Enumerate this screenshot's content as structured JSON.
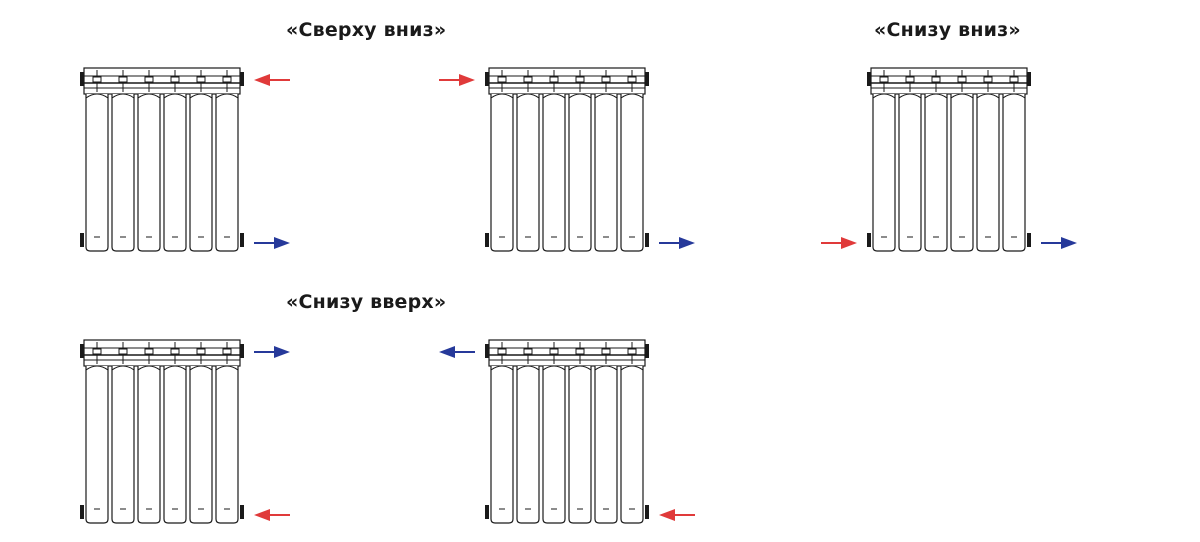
{
  "colors": {
    "supply": "#e03a3a",
    "return": "#26399a",
    "outline": "#1a1a1a",
    "background": "#ffffff"
  },
  "groups": [
    {
      "id": "top-down",
      "title": "«Сверху вниз»"
    },
    {
      "id": "bottom-down",
      "title": "«Снизу вниз»"
    },
    {
      "id": "bottom-up",
      "title": "«Снизу вверх»"
    }
  ],
  "radiators": [
    {
      "group": "top-down",
      "sections": 6,
      "arrows": [
        {
          "side": "right",
          "level": "top",
          "direction": "in",
          "flow": "supply"
        },
        {
          "side": "right",
          "level": "bottom",
          "direction": "out",
          "flow": "return"
        }
      ]
    },
    {
      "group": "top-down",
      "sections": 6,
      "arrows": [
        {
          "side": "left",
          "level": "top",
          "direction": "in",
          "flow": "supply"
        },
        {
          "side": "right",
          "level": "bottom",
          "direction": "out",
          "flow": "return"
        }
      ]
    },
    {
      "group": "bottom-down",
      "sections": 6,
      "arrows": [
        {
          "side": "left",
          "level": "bottom",
          "direction": "in",
          "flow": "supply"
        },
        {
          "side": "right",
          "level": "bottom",
          "direction": "out",
          "flow": "return"
        }
      ]
    },
    {
      "group": "bottom-up",
      "sections": 6,
      "arrows": [
        {
          "side": "right",
          "level": "top",
          "direction": "out",
          "flow": "return"
        },
        {
          "side": "right",
          "level": "bottom",
          "direction": "in",
          "flow": "supply"
        }
      ]
    },
    {
      "group": "bottom-up",
      "sections": 6,
      "arrows": [
        {
          "side": "left",
          "level": "top",
          "direction": "out",
          "flow": "return"
        },
        {
          "side": "right",
          "level": "bottom",
          "direction": "in",
          "flow": "supply"
        }
      ]
    }
  ]
}
